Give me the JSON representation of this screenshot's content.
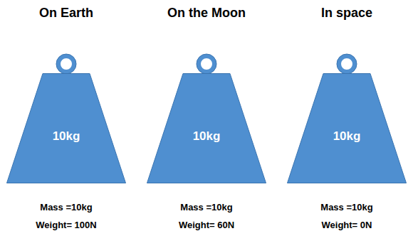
{
  "diagram": {
    "nodes": [
      {
        "text": [
          "10kg"
        ]
      },
      {
        "text": [
          "10kg"
        ]
      },
      {
        "text": [
          "10kg"
        ]
      }
    ],
    "labels": [
      "On Earth",
      "On the Moon",
      "In space",
      "Mass =10kg",
      "Weight= 100N",
      "Mass =10kg",
      "Weight= 60N",
      "Mass =10kg",
      "Weight= 0N"
    ]
  }
}
